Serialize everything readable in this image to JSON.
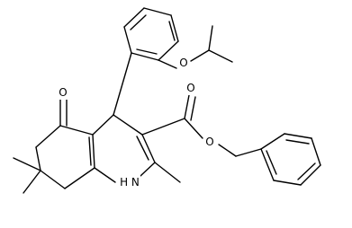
{
  "molecule": {
    "atom_labels": {
      "ketone_oxygen": "O",
      "ether_oxygen": "O",
      "ester_carbonyl_oxygen": "O",
      "ester_alkoxy_oxygen": "O",
      "amine_nitrogen": "H N"
    },
    "colors": {
      "bond": "#000000",
      "label": "#000000",
      "background": "#ffffff"
    }
  }
}
